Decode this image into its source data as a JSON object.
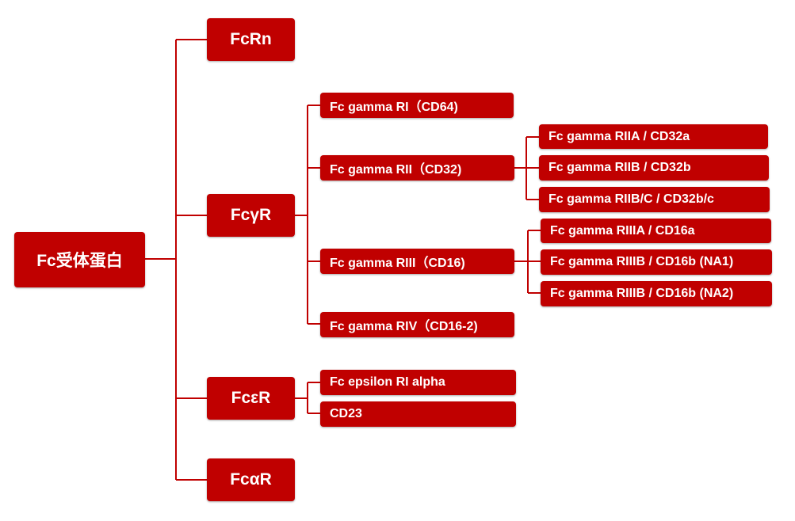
{
  "diagram": {
    "root": {
      "label": "Fc受体蛋白"
    },
    "families": [
      {
        "label": "FcRn"
      },
      {
        "label": "FcγR"
      },
      {
        "label": "FcεR"
      },
      {
        "label": "FcαR"
      }
    ],
    "fcgr_children": [
      {
        "label": "Fc gamma RI（CD64)"
      },
      {
        "label": "Fc gamma RII（CD32)"
      },
      {
        "label": "Fc gamma RIII（CD16)"
      },
      {
        "label": "Fc gamma RIV（CD16-2)"
      }
    ],
    "cd32_children": [
      {
        "label": "Fc gamma RIIA / CD32a"
      },
      {
        "label": "Fc gamma RIIB / CD32b"
      },
      {
        "label": "Fc gamma RIIB/C / CD32b/c"
      }
    ],
    "cd16_children": [
      {
        "label": "Fc gamma RIIIA / CD16a"
      },
      {
        "label": "Fc gamma RIIIB / CD16b (NA1)"
      },
      {
        "label": "Fc gamma RIIIB / CD16b (NA2)"
      }
    ],
    "fcer_children": [
      {
        "label": "Fc epsilon RI alpha"
      },
      {
        "label": "CD23"
      }
    ],
    "colors": {
      "node_fill": "#c00000",
      "node_text": "#ffffff",
      "connector": "#c00000"
    }
  }
}
